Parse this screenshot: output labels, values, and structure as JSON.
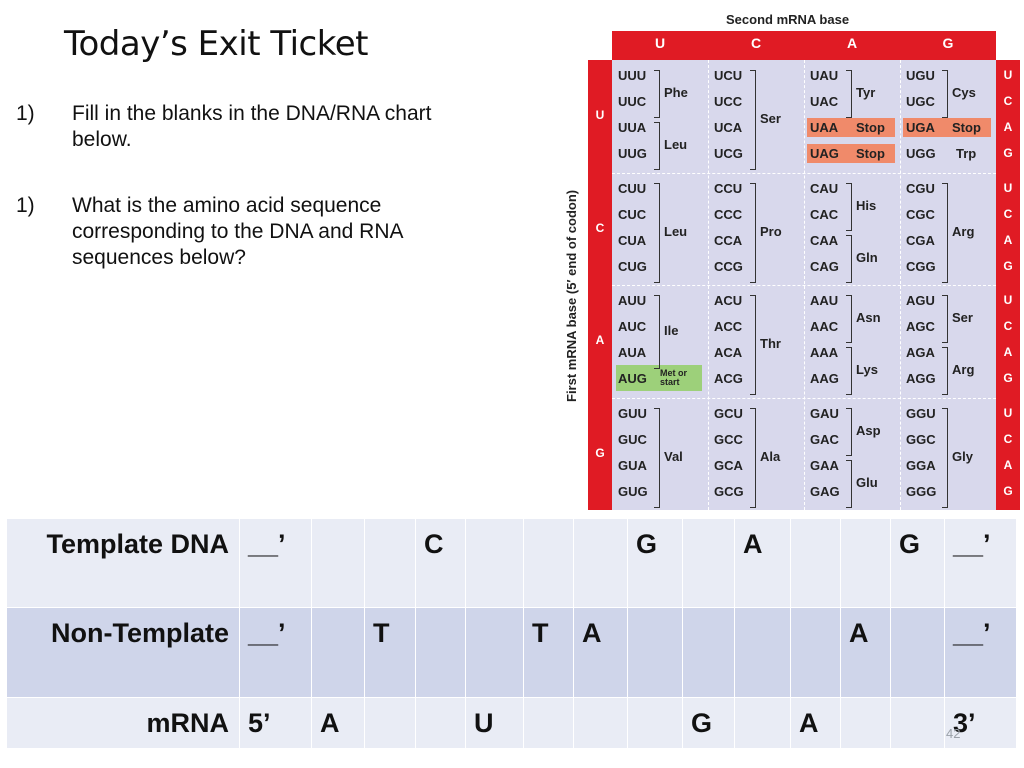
{
  "slide": {
    "title": "Today’s Exit Ticket",
    "questions": [
      {
        "num": "1)",
        "text": "Fill in the blanks in the DNA/RNA chart below."
      },
      {
        "num": "1)",
        "text": "What is the amino acid sequence corresponding to the DNA and RNA sequences below?"
      }
    ],
    "page_number": "42"
  },
  "codon_chart": {
    "second_base_label": "Second mRNA base",
    "first_base_label": "First mRNA base  (5′ end of codon)",
    "bases": [
      "U",
      "C",
      "A",
      "G"
    ],
    "codons": [
      [
        "UUU",
        "UUC",
        "UUA",
        "UUG"
      ],
      [
        "UCU",
        "UCC",
        "UCA",
        "UCG"
      ],
      [
        "UAU",
        "UAC",
        "UAA",
        "UAG"
      ],
      [
        "UGU",
        "UGC",
        "UGA",
        "UGG"
      ],
      [
        "CUU",
        "CUC",
        "CUA",
        "CUG"
      ],
      [
        "CCU",
        "CCC",
        "CCA",
        "CCG"
      ],
      [
        "CAU",
        "CAC",
        "CAA",
        "CAG"
      ],
      [
        "CGU",
        "CGC",
        "CGA",
        "CGG"
      ],
      [
        "AUU",
        "AUC",
        "AUA",
        "AUG"
      ],
      [
        "ACU",
        "ACC",
        "ACA",
        "ACG"
      ],
      [
        "AAU",
        "AAC",
        "AAA",
        "AAG"
      ],
      [
        "AGU",
        "AGC",
        "AGA",
        "AGG"
      ],
      [
        "GUU",
        "GUC",
        "GUA",
        "GUG"
      ],
      [
        "GCU",
        "GCC",
        "GCA",
        "GCG"
      ],
      [
        "GAU",
        "GAC",
        "GAA",
        "GAG"
      ],
      [
        "GGU",
        "GGC",
        "GGA",
        "GGG"
      ]
    ],
    "amino_acids": {
      "phe": "Phe",
      "leu1": "Leu",
      "ser1": "Ser",
      "tyr": "Tyr",
      "stop": "Stop",
      "cys": "Cys",
      "trp": "Trp",
      "leu2": "Leu",
      "pro": "Pro",
      "his": "His",
      "gln": "Gln",
      "arg1": "Arg",
      "ile": "Ile",
      "met": "Met or",
      "start": "start",
      "thr": "Thr",
      "asn": "Asn",
      "lys": "Lys",
      "ser2": "Ser",
      "arg2": "Arg",
      "val": "Val",
      "ala": "Ala",
      "asp": "Asp",
      "glu": "Glu",
      "gly": "Gly"
    },
    "colors": {
      "bar": "#e01b24",
      "panel": "#d8d8ec",
      "stop": "#f08a6a",
      "start": "#9dd07a"
    }
  },
  "sequence_table": {
    "rows": [
      {
        "label": "Template DNA",
        "cells": [
          "__’",
          "",
          "",
          "C",
          "",
          "",
          "",
          "G",
          "",
          "A",
          "",
          "",
          "G",
          "__’"
        ]
      },
      {
        "label": "Non-Template",
        "cells": [
          "__’",
          "",
          "T",
          "",
          "",
          "T",
          "A",
          "",
          "",
          "",
          "",
          "A",
          "",
          "__’"
        ]
      },
      {
        "label": "mRNA",
        "cells": [
          "5’",
          "A",
          "",
          "",
          "U",
          "",
          "",
          "",
          "G",
          "",
          "A",
          "",
          "",
          "3’"
        ]
      }
    ]
  }
}
